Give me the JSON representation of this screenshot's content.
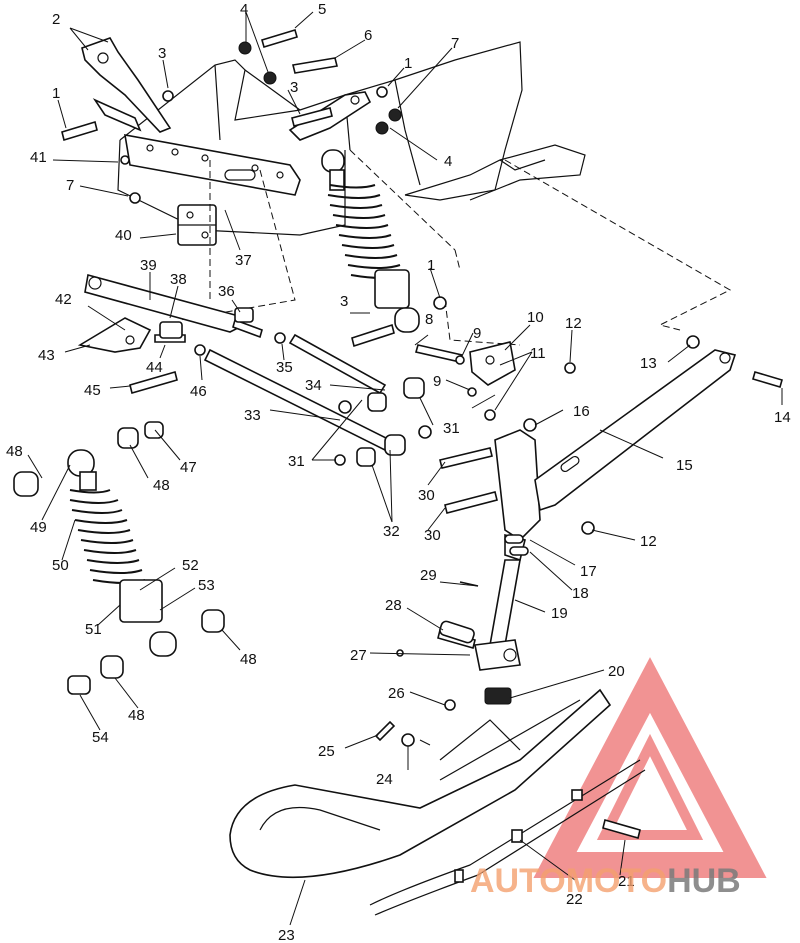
{
  "watermark": {
    "text_primary": "AUTOMOTO",
    "text_secondary": "HUB",
    "primary_color": "#f4a06e",
    "secondary_color": "#7a7a7a",
    "triangle_color": "#e63b3b"
  },
  "callouts": {
    "c1": "1",
    "c2": "2",
    "c3": "3",
    "c4": "4",
    "c5": "5",
    "c6": "6",
    "c7": "7",
    "c8": "8",
    "c9": "9",
    "c10": "10",
    "c11": "11",
    "c12": "12",
    "c13": "13",
    "c14": "14",
    "c15": "15",
    "c16": "16",
    "c17": "17",
    "c18": "18",
    "c19": "19",
    "c20": "20",
    "c21": "21",
    "c22": "22",
    "c23": "23",
    "c24": "24",
    "c25": "25",
    "c26": "26",
    "c27": "27",
    "c28": "28",
    "c29": "29",
    "c30": "30",
    "c31": "31",
    "c32": "32",
    "c33": "33",
    "c34": "34",
    "c35": "35",
    "c36": "36",
    "c37": "37",
    "c38": "38",
    "c39": "39",
    "c40": "40",
    "c41": "41",
    "c42": "42",
    "c43": "43",
    "c44": "44",
    "c45": "45",
    "c46": "46",
    "c47": "47",
    "c48": "48",
    "c49": "49",
    "c50": "50",
    "c51": "51",
    "c52": "52",
    "c53": "53",
    "c54": "54"
  }
}
